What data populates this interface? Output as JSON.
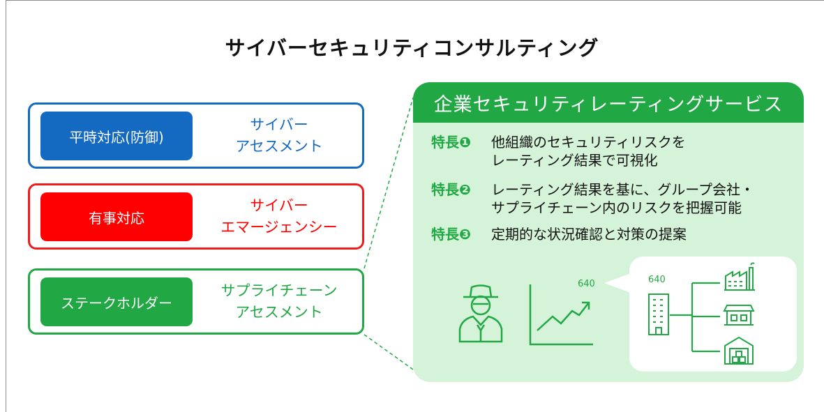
{
  "title": "サイバーセキュリティコンサルティング",
  "services": [
    {
      "badge": "平時対応(防御)",
      "name_line1": "サイバー",
      "name_line2": "アセスメント"
    },
    {
      "badge": "有事対応",
      "name_line1": "サイバー",
      "name_line2": "エマージェンシー"
    },
    {
      "badge": "ステークホルダー",
      "name_line1": "サプライチェーン",
      "name_line2": "アセスメント"
    }
  ],
  "panel": {
    "header": "企業セキュリティレーティングサービス",
    "features": [
      {
        "tag": "特長❶",
        "line1": "他組織のセキュリティリスクを",
        "line2": "レーティング結果で可視化"
      },
      {
        "tag": "特長❷",
        "line1": "レーティング結果を基に、グループ会社・",
        "line2": "サプライチェーン内のリスクを把握可能"
      },
      {
        "tag": "特長❸",
        "line1": "定期的な状況確認と対策の提案",
        "line2": ""
      }
    ],
    "chart_score": "640",
    "bubble_score": "640"
  },
  "colors": {
    "blue": "#1469c0",
    "red": "#ff0000",
    "green": "#21a845",
    "panel_bg": "#d5f3d8"
  },
  "icons": [
    "analyst-icon",
    "rising-chart-icon",
    "office-building-icon",
    "factory-icon",
    "shop-icon",
    "warehouse-icon"
  ]
}
